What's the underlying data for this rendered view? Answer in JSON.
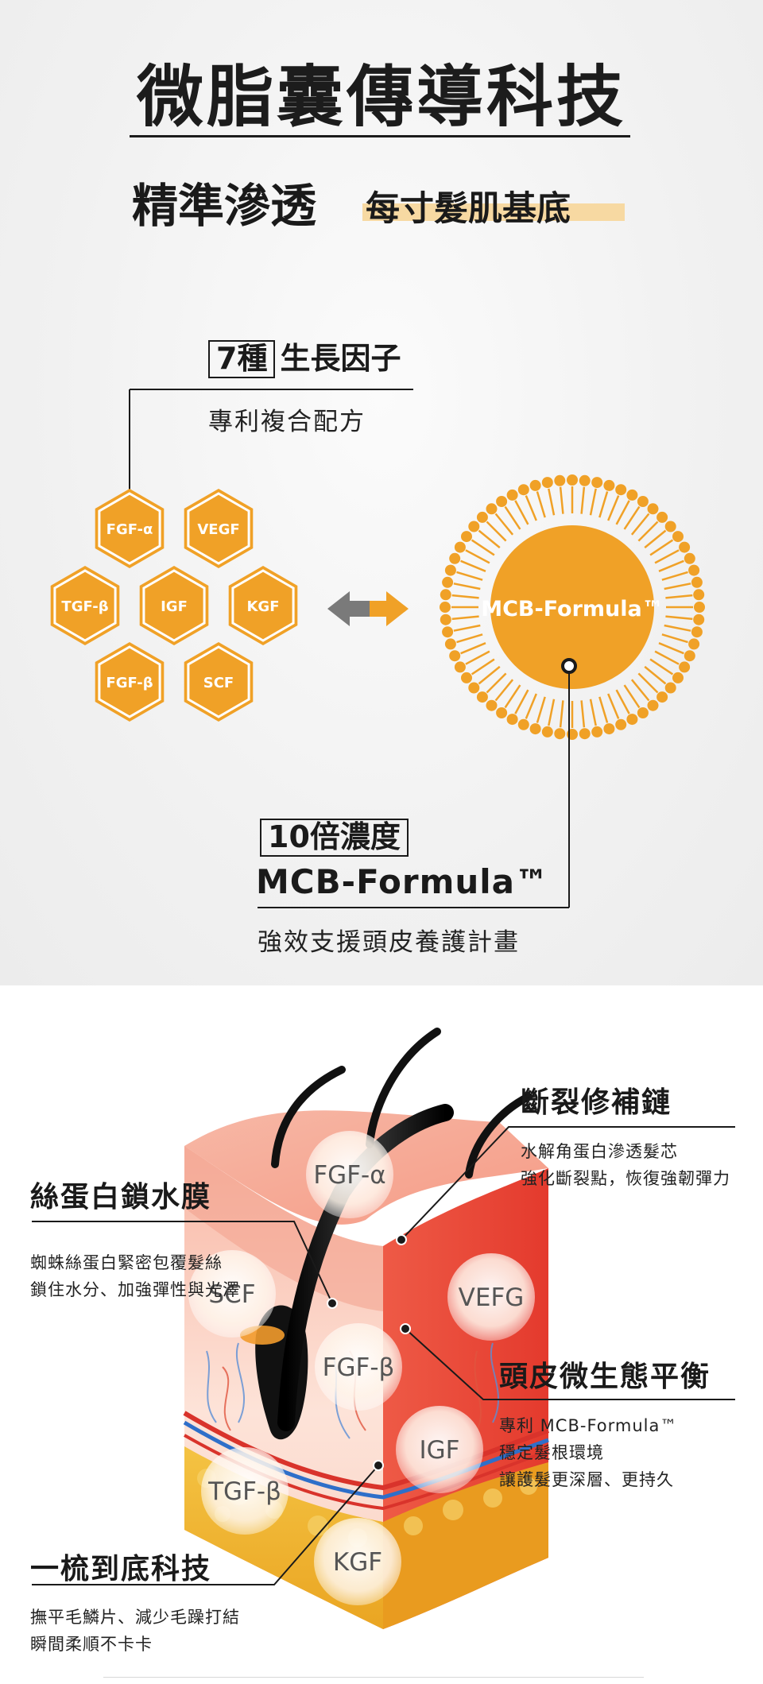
{
  "title": "微脂囊傳導科技",
  "subtitle": {
    "main": "精準滲透",
    "sub": "每寸髮肌基底"
  },
  "growth_factors": {
    "count_label": "7種",
    "label": "生長因子",
    "desc": "專利複合配方",
    "hexes": [
      "FGF-α",
      "VEGF",
      "TGF-β",
      "IGF",
      "KGF",
      "FGF-β",
      "SCF"
    ]
  },
  "liposome": {
    "label": "MCB-Formula™"
  },
  "mcb": {
    "concentration": "10倍濃度",
    "name": "MCB-Formula™",
    "desc": "強效支援頭皮養護計畫"
  },
  "skin_diagram": {
    "bubbles": [
      "FGF-α",
      "SCF",
      "VEFG",
      "FGF-β",
      "IGF",
      "TGF-β",
      "KGF"
    ]
  },
  "annotations": {
    "repair": {
      "title": "斷裂修補鏈",
      "lines": [
        "水解角蛋白滲透髮芯",
        "強化斷裂點，恢復強韌彈力"
      ]
    },
    "silk": {
      "title": "絲蛋白鎖水膜",
      "lines": [
        "蜘蛛絲蛋白緊密包覆髮絲",
        "鎖住水分、加強彈性與光澤"
      ]
    },
    "scalp": {
      "title": "頭皮微生態平衡",
      "lines": [
        "專利 MCB-Formula™",
        "穩定髮根環境",
        "讓護髮更深層、更持久"
      ]
    },
    "comb": {
      "title": "一梳到底科技",
      "lines": [
        "撫平毛鱗片、減少毛躁打結",
        "瞬間柔順不卡卡"
      ]
    }
  },
  "colors": {
    "accent": "#f0a127",
    "accent_light": "#f7d9a2",
    "skin_red": "#e8443a",
    "fat_yellow": "#f1b934"
  }
}
